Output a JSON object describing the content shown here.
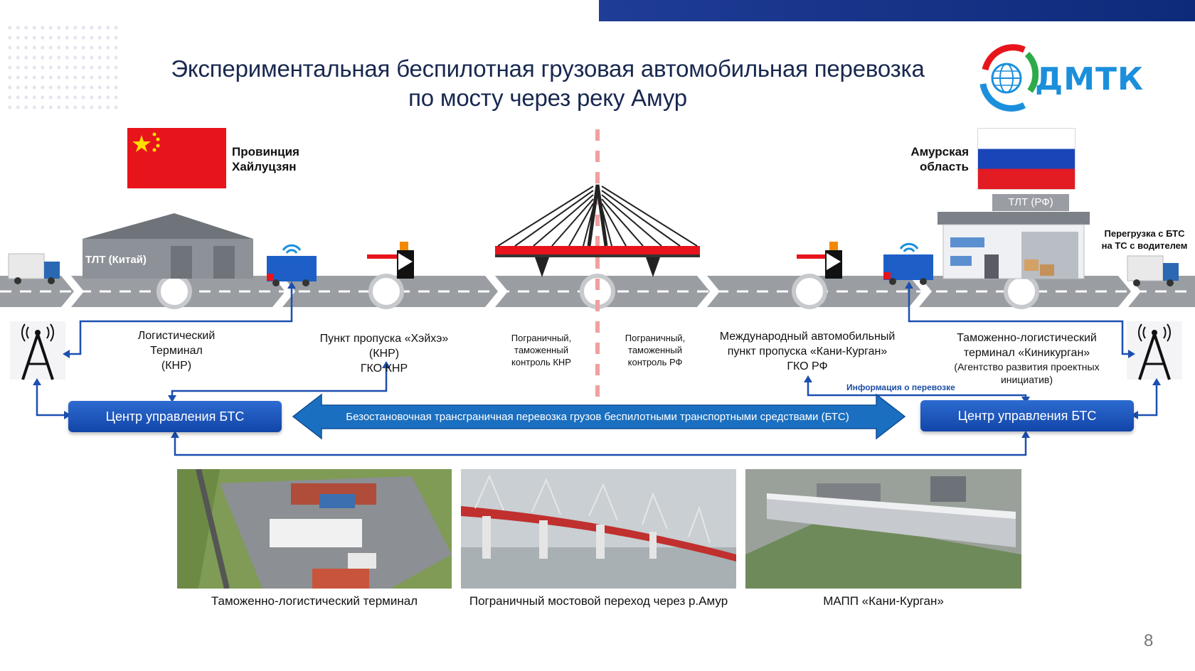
{
  "title_line1": "Экспериментальная беспилотная грузовая автомобильная перевозка",
  "title_line2": "по мосту через реку Амур",
  "logo_text": "ДМТК",
  "region_cn_line1": "Провинция",
  "region_cn_line2": "Хайлуцзян",
  "region_ru_line1": "Амурская",
  "region_ru_line2": "область",
  "tlt_cn": "ТЛТ (Китай)",
  "tlt_ru": "ТЛТ (РФ)",
  "reload_line1": "Перегрузка с БТС",
  "reload_line2": "на ТС с водителем",
  "labels": {
    "logistic": [
      "Логистический",
      "Терминал",
      "(КНР)"
    ],
    "heihe": [
      "Пункт пропуска «Хэйхэ»",
      "(КНР)",
      "ГКО КНР"
    ],
    "border_cn": [
      "Пограничный,",
      "таможенный",
      "контроль КНР"
    ],
    "border_ru": [
      "Пограничный,",
      "таможенный",
      "контроль РФ"
    ],
    "kani": [
      "Международный автомобильный",
      "пункт пропуска «Кани-Курган»",
      "ГКО РФ"
    ],
    "terminal_ru": [
      "Таможенно-логистический",
      "терминал «Киникурган»",
      "(Агентство развития проектных",
      "инициатив)"
    ]
  },
  "info_label": "Информация о перевозке",
  "center_left": "Центр управления БТС",
  "center_right": "Центр управления БТС",
  "arrow_text": "Безостановочная трансграничная перевозка грузов беспилотными транспортными  средствами (БТС)",
  "captions": [
    "Таможенно-логистический терминал",
    "Пограничный мостовой переход через р.Амур",
    "МАПП «Кани-Курган»"
  ],
  "page_number": "8",
  "colors": {
    "navy": "#1f3c96",
    "blue": "#1c5dbf",
    "flag_red": "#e8141b",
    "road": "#9a9ea3"
  }
}
